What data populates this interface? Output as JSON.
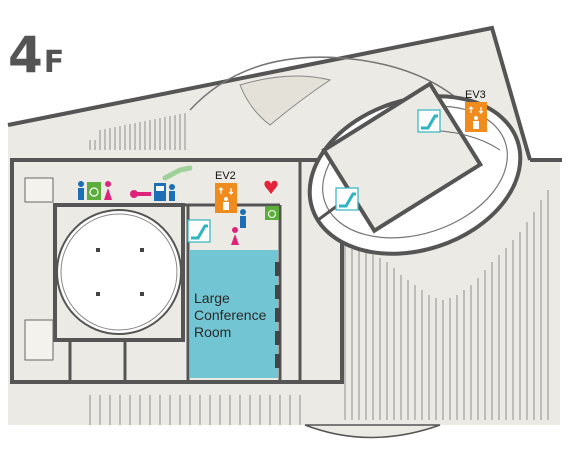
{
  "floor": {
    "number": "4",
    "suffix": "F"
  },
  "room": {
    "line1": "Large",
    "line2": "Conference",
    "line3": "Room",
    "color": "#72c5d3"
  },
  "elevators": [
    {
      "label": "EV2",
      "color": "#f08c1e"
    },
    {
      "label": "EV3",
      "color": "#f08c1e"
    }
  ],
  "icons": {
    "restroom_men": "men-restroom-icon",
    "restroom_women": "women-restroom-icon",
    "accessible": "wheelchair-restroom-icon",
    "aed": "aed-icon",
    "escalator": "escalator-icon",
    "vending": "vending-machine-icon",
    "smoking": "smoking-area-icon"
  },
  "colors": {
    "floor_fill": "#eceae4",
    "wall": "#555555",
    "men": "#1d6fb5",
    "women": "#e0237a",
    "accessible": "#5bae3c",
    "escalator": "#2fb4c0",
    "aed": "#e3243a"
  }
}
